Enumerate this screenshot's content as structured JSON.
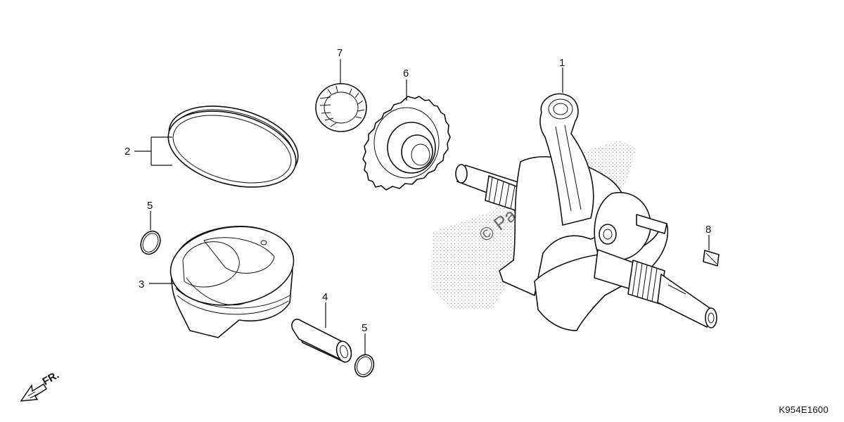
{
  "diagram": {
    "callouts": {
      "c1": "1",
      "c2": "2",
      "c3": "3",
      "c4": "4",
      "c5a": "5",
      "c5b": "5",
      "c6": "6",
      "c7": "7",
      "c8": "8"
    },
    "front_indicator": "FR.",
    "watermark": "© Partzilla.com",
    "diagram_code": "K954E1600"
  },
  "colors": {
    "line": "#111111",
    "background": "#ffffff",
    "watermark_dots": "#9a9a9a"
  }
}
